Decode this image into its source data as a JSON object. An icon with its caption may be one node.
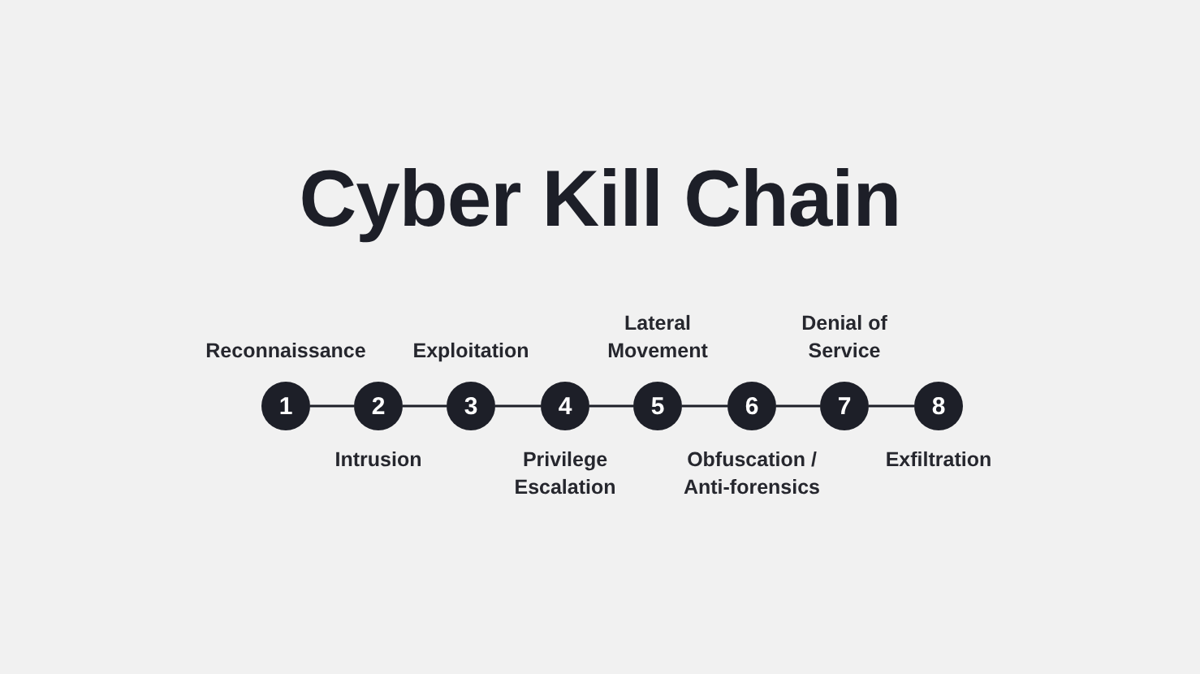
{
  "diagram": {
    "title": "Cyber Kill Chain",
    "nodes": [
      {
        "text": [
          "1"
        ],
        "beside": [
          "Reconnaissance"
        ]
      },
      {
        "text": [
          "2"
        ],
        "beside": [
          "Intrusion"
        ]
      },
      {
        "text": [
          "3"
        ],
        "beside": [
          "Exploitation"
        ]
      },
      {
        "text": [
          "4"
        ],
        "beside": [
          "Privilege Escalation"
        ]
      },
      {
        "text": [
          "5"
        ],
        "beside": [
          "Lateral Movement"
        ]
      },
      {
        "text": [
          "6"
        ],
        "beside": [
          "Obfuscation / Anti-forensics"
        ]
      },
      {
        "text": [
          "7"
        ],
        "beside": [
          "Denial of Service"
        ]
      },
      {
        "text": [
          "8"
        ],
        "beside": [
          "Exfiltration"
        ]
      }
    ],
    "edges": [
      {
        "from": 0,
        "to": 1,
        "arrow": "none"
      },
      {
        "from": 1,
        "to": 2,
        "arrow": "none"
      },
      {
        "from": 2,
        "to": 3,
        "arrow": "none"
      },
      {
        "from": 3,
        "to": 4,
        "arrow": "none"
      },
      {
        "from": 4,
        "to": 5,
        "arrow": "none"
      },
      {
        "from": 5,
        "to": 6,
        "arrow": "none"
      },
      {
        "from": 6,
        "to": 7,
        "arrow": "none"
      }
    ]
  }
}
